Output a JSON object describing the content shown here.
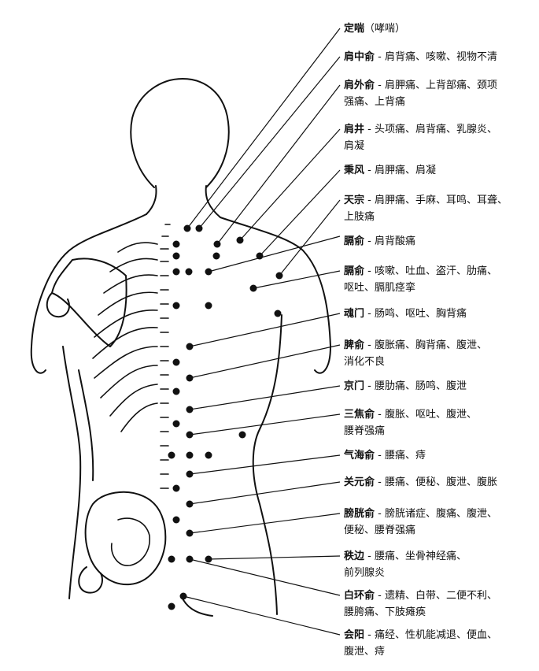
{
  "acupoints": [
    {
      "name": "定喘",
      "desc": "（哮喘）"
    },
    {
      "name": "肩中俞",
      "desc": " - 肩背痛、咳嗽、视物不清"
    },
    {
      "name": "肩外俞",
      "desc": " - 肩胛痛、上背部痛、颈项",
      "desc2": "强痛、上背痛"
    },
    {
      "name": "肩井",
      "desc": " - 头项痛、肩背痛、乳腺炎、",
      "desc2": "肩凝"
    },
    {
      "name": "秉风",
      "desc": " - 肩胛痛、肩凝"
    },
    {
      "name": "天宗",
      "desc": " - 肩胛痛、手麻、耳鸣、耳聋、",
      "desc2": "上肢痛"
    },
    {
      "name": "膈俞",
      "desc": " - 肩背酸痛"
    },
    {
      "name": "膈俞",
      "desc": " - 咳嗽、吐血、盗汗、肋痛、",
      "desc2": "呕吐、膈肌痉挛"
    },
    {
      "name": "魂门",
      "desc": " - 肠鸣、呕吐、胸背痛"
    },
    {
      "name": "脾俞",
      "desc": " - 腹胀痛、胸背痛、腹泄、",
      "desc2": "消化不良"
    },
    {
      "name": "京门",
      "desc": " - 腰肋痛、肠鸣、腹泄"
    },
    {
      "name": "三焦俞",
      "desc": " - 腹胀、呕吐、腹泄、",
      "desc2": "腰脊强痛"
    },
    {
      "name": "气海俞",
      "desc": " - 腰痛、痔"
    },
    {
      "name": "关元俞",
      "desc": " - 腰痛、便秘、腹泄、腹胀"
    },
    {
      "name": "膀胱俞",
      "desc": " - 膀胱诸症、腹痛、腹泄、",
      "desc2": "便秘、腰脊强痛"
    },
    {
      "name": "秩边",
      "desc": " - 腰痛、坐骨神经痛、",
      "desc2": "前列腺炎"
    },
    {
      "name": "白环俞",
      "desc": " - 遗精、白带、二便不利、",
      "desc2": "腰胯痛、下肢瘫痪"
    },
    {
      "name": "会阳",
      "desc": " - 痛经、性机能减退、便血、",
      "desc2": "腹泄、痔"
    }
  ]
}
